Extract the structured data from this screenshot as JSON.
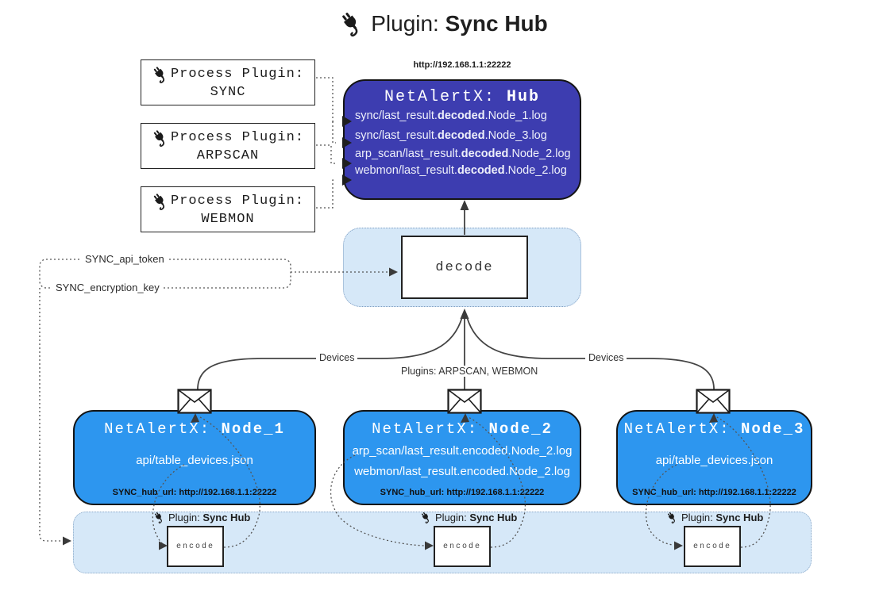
{
  "title": {
    "prefix": "Plugin: ",
    "bold": "Sync Hub"
  },
  "process_plugins": [
    {
      "label": "Process Plugin:",
      "name": "SYNC"
    },
    {
      "label": "Process Plugin:",
      "name": "ARPSCAN"
    },
    {
      "label": "Process Plugin:",
      "name": "WEBMON"
    }
  ],
  "hub": {
    "url": "http://192.168.1.1:22222",
    "title_prefix": "NetAlertX: ",
    "title_bold": "Hub",
    "logs": [
      {
        "pre": "sync/last_result.",
        "bold": "decoded",
        "post": ".Node_1.log"
      },
      {
        "pre": "sync/last_result.",
        "bold": "decoded",
        "post": ".Node_3.log"
      },
      {
        "pre": "arp_scan/last_result.",
        "bold": "decoded",
        "post": ".Node_2.log"
      },
      {
        "pre": "webmon/last_result.",
        "bold": "decoded",
        "post": ".Node_2.log"
      }
    ]
  },
  "decode": {
    "label": "decode"
  },
  "settings": {
    "api_token": "SYNC_api_token",
    "encryption_key": "SYNC_encryption_key"
  },
  "edge_labels": {
    "devices_left": "Devices",
    "plugins_center": "Plugins: ARPSCAN, WEBMON",
    "devices_right": "Devices"
  },
  "nodes": [
    {
      "title_prefix": "NetAlertX: ",
      "title_bold": "Node_1",
      "lines": [
        "api/table_devices.json"
      ],
      "hub_url": "SYNC_hub_url: http://192.168.1.1:22222"
    },
    {
      "title_prefix": "NetAlertX: ",
      "title_bold": "Node_2",
      "lines": [
        "arp_scan/last_result.encoded.Node_2.log",
        "webmon/last_result.encoded.Node_2.log"
      ],
      "hub_url": "SYNC_hub_url: http://192.168.1.1:22222"
    },
    {
      "title_prefix": "NetAlertX: ",
      "title_bold": "Node_3",
      "lines": [
        "api/table_devices.json"
      ],
      "hub_url": "SYNC_hub_url: http://192.168.1.1:22222"
    }
  ],
  "encoders": [
    {
      "label_prefix": "Plugin: ",
      "label_bold": "Sync Hub",
      "box_label": "encode"
    },
    {
      "label_prefix": "Plugin: ",
      "label_bold": "Sync Hub",
      "box_label": "encode"
    },
    {
      "label_prefix": "Plugin: ",
      "label_bold": "Sync Hub",
      "box_label": "encode"
    }
  ],
  "colors": {
    "hub_bg": "#3d3db0",
    "node_bg": "#2d96ef",
    "panel_bg": "#d6e8f8",
    "line": "#444444",
    "dotted_line": "#555555"
  }
}
